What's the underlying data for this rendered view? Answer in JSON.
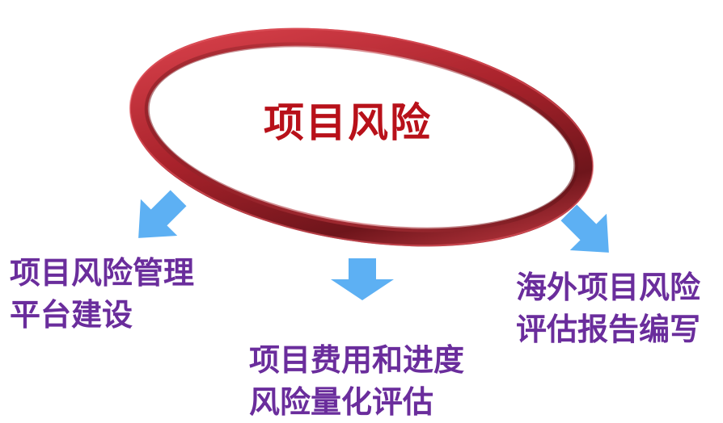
{
  "center": {
    "title": "项目风险"
  },
  "colors": {
    "ring": "#c2343d",
    "ring_dark": "#7a1a20",
    "arrow": "#5db0f3",
    "title": "#b8111a",
    "label": "#6a2d9c"
  },
  "nodes": [
    {
      "id": "platform",
      "line1": "项目风险管理",
      "line2": "平台建设"
    },
    {
      "id": "cost-schedule",
      "line1": "项目费用和进度",
      "line2": "风险量化评估"
    },
    {
      "id": "overseas-report",
      "line1": "海外项目风险",
      "line2": "评估报告编写"
    }
  ],
  "icons": [
    "ring-shape",
    "arrow-down-left-icon",
    "arrow-down-icon",
    "arrow-down-right-icon"
  ]
}
